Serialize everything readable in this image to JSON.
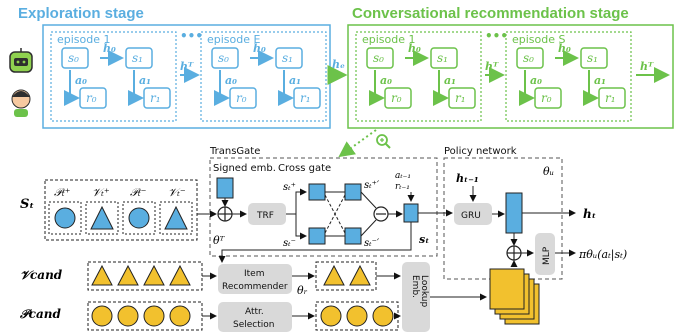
{
  "stages": {
    "exploration": "Exploration stage",
    "conversational": "Conversational recommendation stage"
  },
  "episodes": {
    "first": "episode 1",
    "last_exploration": "episode E",
    "first_conv": "episode 1",
    "last_conv": "episode S",
    "ellipsis": "•••"
  },
  "math": {
    "s0": "s₀",
    "s1": "s₁",
    "r0": "r₀",
    "r1": "r₁",
    "a0": "a₀",
    "a1": "a₁",
    "h0": "h₀",
    "hT": "hᵀ",
    "he": "hₑ",
    "St": "Sₜ",
    "Pt_plus": "𝒫ₜ⁺",
    "Vt_plus": "𝒱ₜ⁺",
    "Pt_minus": "𝒫ₜ⁻",
    "Vt_minus": "𝒱ₜ⁻",
    "st_plus": "sₜ⁺",
    "st_minus": "sₜ⁻",
    "st_plus_p": "sₜ⁺′",
    "st_minus_p": "sₜ⁻′",
    "st": "sₜ",
    "ht": "hₜ",
    "ht_prev": "hₜ₋₁",
    "a_prev": "aₜ₋₁",
    "r_prev": "rₜ₋₁",
    "thetaT": "θᵀ",
    "thetaR": "θᵣ",
    "thetaU": "θᵤ",
    "V_cand": "𝒱cand",
    "P_cand": "𝒫cand",
    "policy": "πθᵤ(aₜ|sₜ)"
  },
  "labels": {
    "transgate": "TransGate",
    "signed_emb": "Signed emb.",
    "cross_gate": "Cross gate",
    "policy_network": "Policy network",
    "trf": "TRF",
    "gru": "GRU",
    "mlp": "MLP",
    "item_recommender_1": "Item",
    "item_recommender_2": "Recommender",
    "attr_selection_1": "Attr.",
    "attr_selection_2": "Selection",
    "emb_lookup_1": "Emb.",
    "emb_lookup_2": "Lookup"
  },
  "colors": {
    "exploration": "#5aaee0",
    "conversational": "#6cc24a",
    "node_blue": "#5aaee0",
    "node_yellow": "#f2c12e",
    "gray_box": "#d9d9d9"
  },
  "icons": [
    "robot-icon",
    "user-icon",
    "zoom-in-icon"
  ]
}
